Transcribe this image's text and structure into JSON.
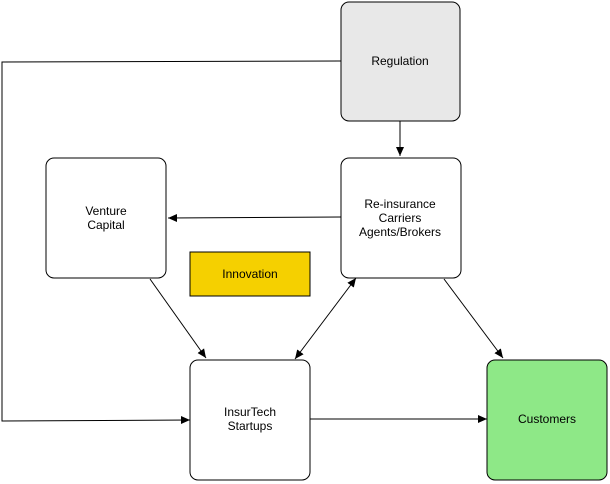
{
  "nodes": {
    "regulation": {
      "lines": [
        "Regulation"
      ],
      "fill": "#e8e8e8"
    },
    "venture_capital": {
      "lines": [
        "Venture",
        "Capital"
      ],
      "fill": "#ffffff"
    },
    "reinsurance": {
      "lines": [
        "Re-insurance",
        "Carriers",
        "Agents/Brokers"
      ],
      "fill": "#ffffff"
    },
    "innovation": {
      "lines": [
        "Innovation"
      ],
      "fill": "#f5d000"
    },
    "insurtech": {
      "lines": [
        "InsurTech",
        "Startups"
      ],
      "fill": "#ffffff"
    },
    "customers": {
      "lines": [
        "Customers"
      ],
      "fill": "#8ee887"
    }
  },
  "edges": [
    {
      "from": "regulation",
      "to": "reinsurance"
    },
    {
      "from": "reinsurance",
      "to": "venture_capital"
    },
    {
      "from": "regulation",
      "to": "insurtech"
    },
    {
      "from": "venture_capital",
      "to": "insurtech"
    },
    {
      "from": "reinsurance",
      "to": "insurtech",
      "bidirectional": true
    },
    {
      "from": "reinsurance",
      "to": "customers"
    },
    {
      "from": "insurtech",
      "to": "customers"
    }
  ]
}
